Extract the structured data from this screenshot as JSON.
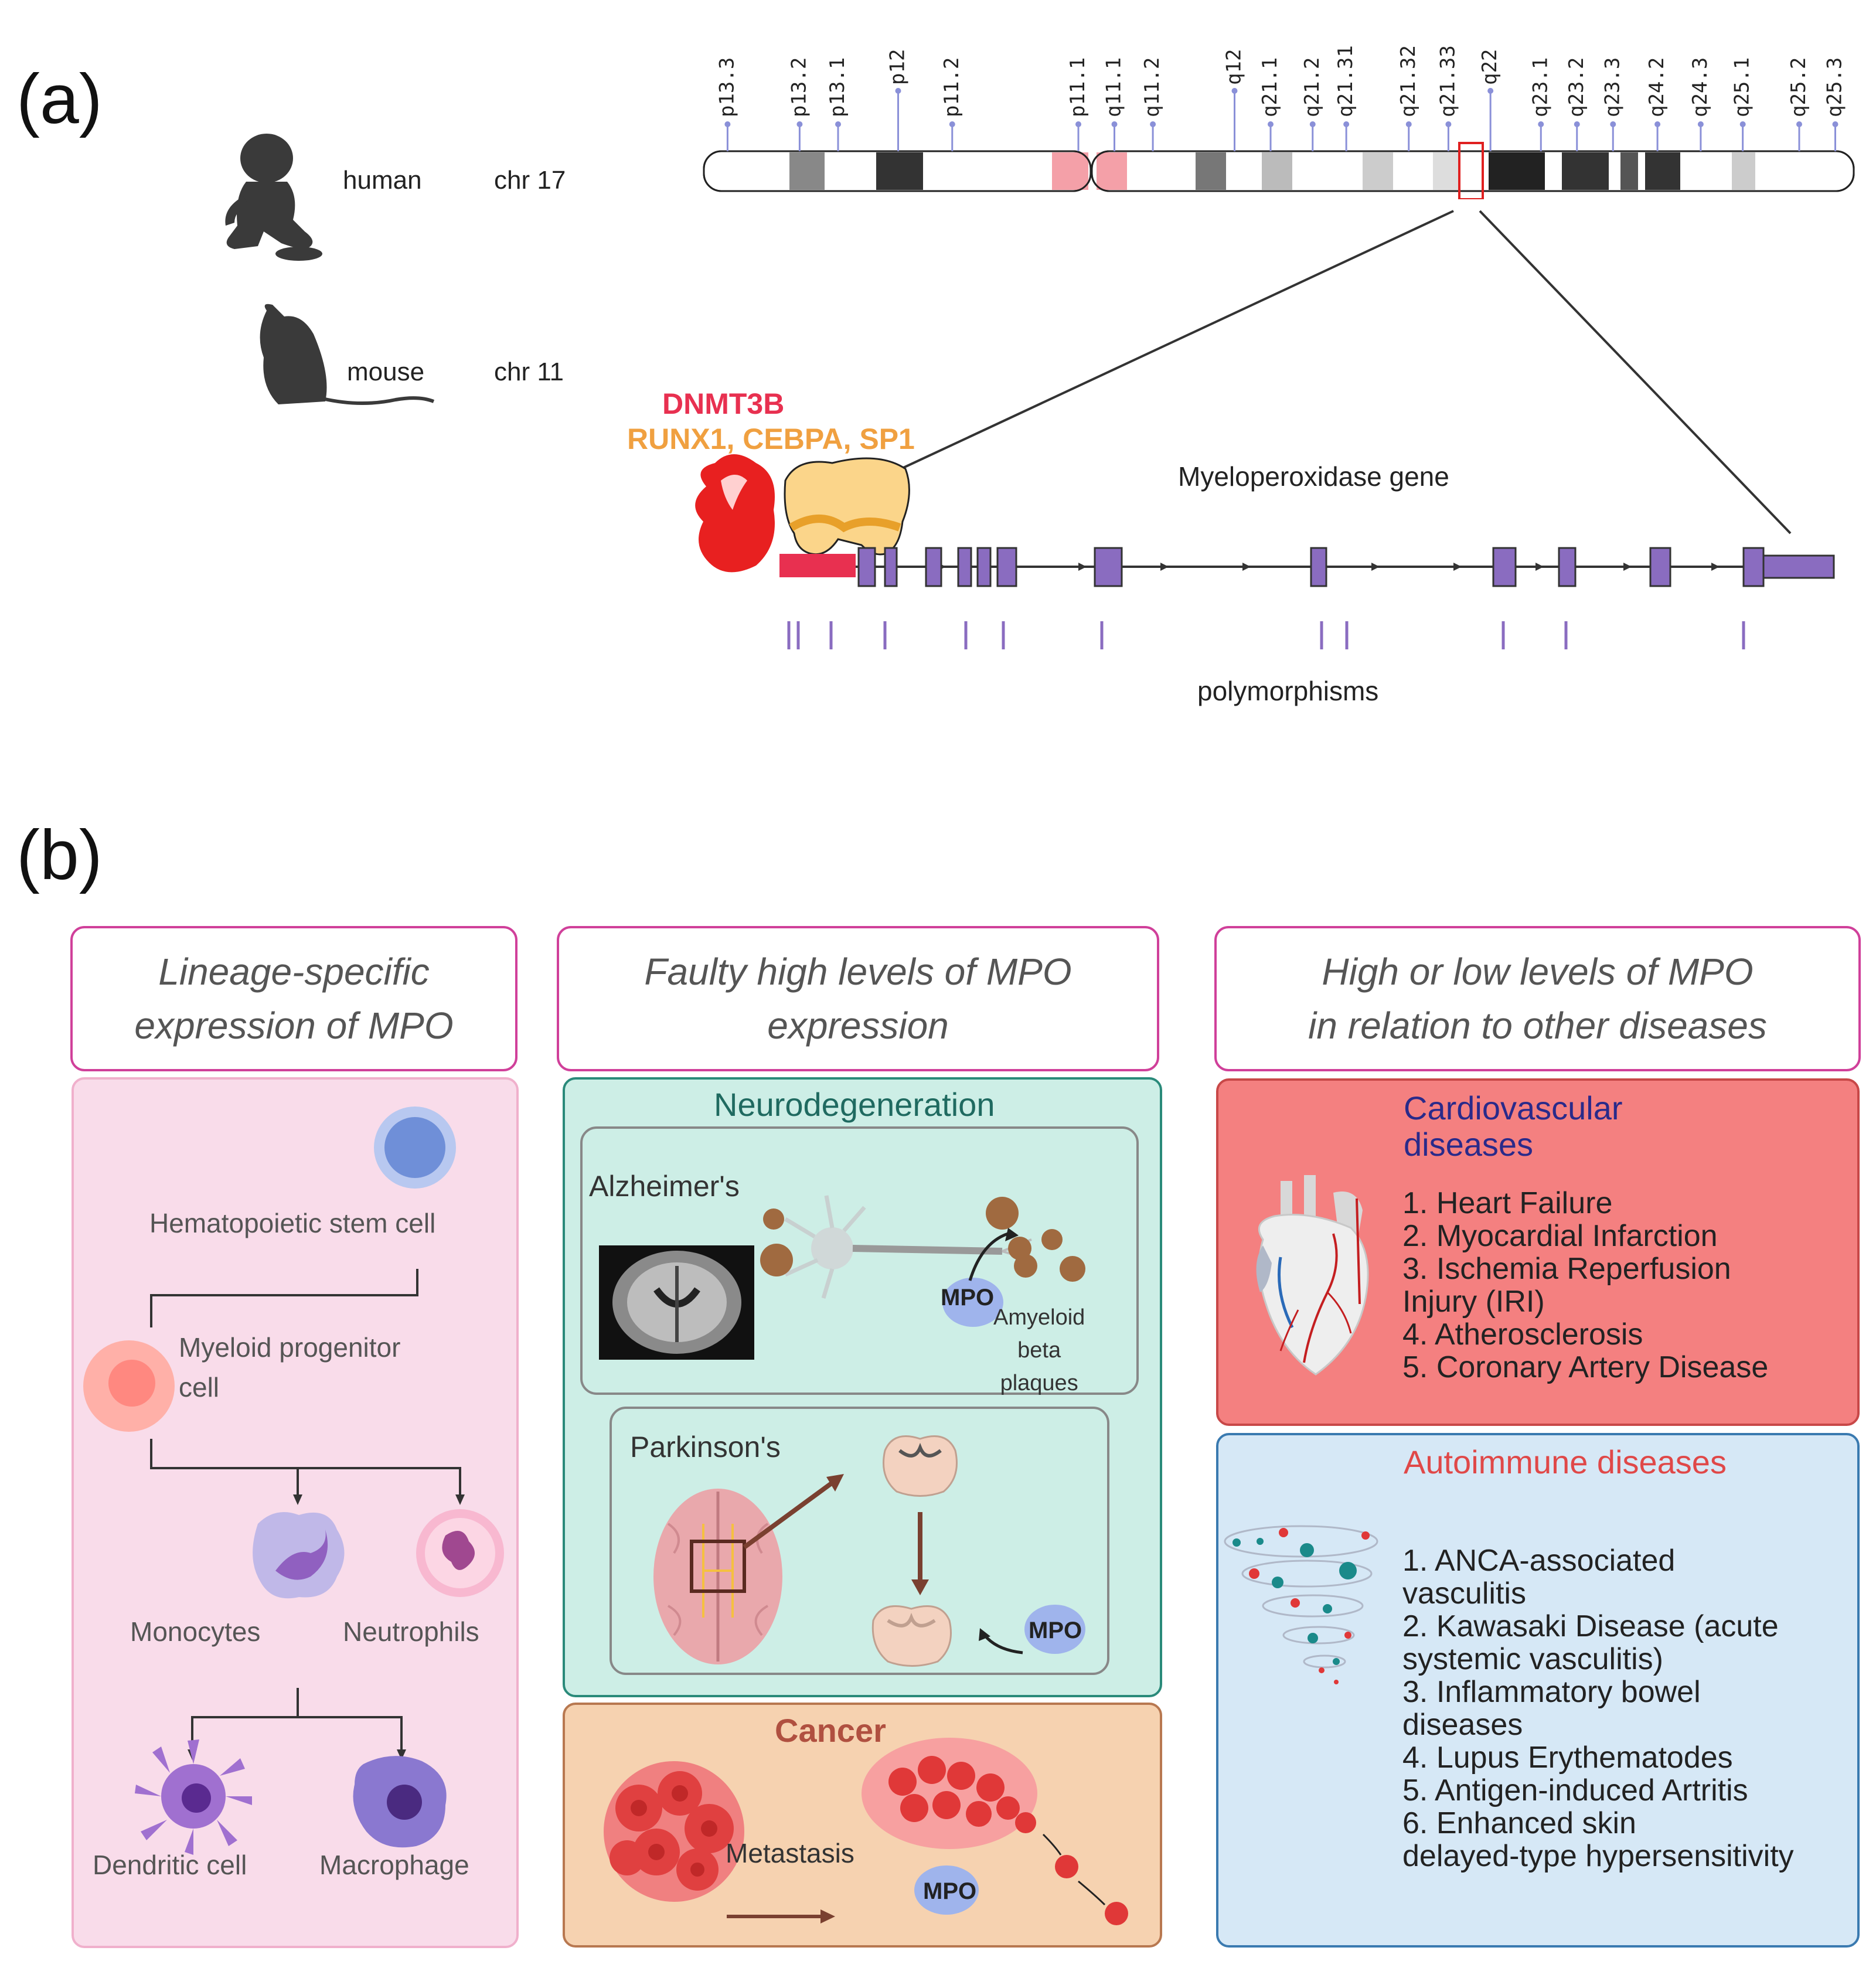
{
  "panel_a": {
    "label": "(a)",
    "species": [
      {
        "name": "human",
        "chromosome": "chr 17"
      },
      {
        "name": "mouse",
        "chromosome": "chr 11"
      }
    ],
    "bands": [
      "p13.3",
      "p13.2",
      "p13.1",
      "p12",
      "p11.2",
      "p11.1",
      "q11.1",
      "q11.2",
      "q12",
      "q21.1",
      "q21.2",
      "q21.31",
      "q21.32",
      "q21.33",
      "q22",
      "q23.1",
      "q23.2",
      "q23.3",
      "q24.2",
      "q24.3",
      "q25.1",
      "q25.2",
      "q25.3"
    ],
    "methylation_label": "DNMT3B",
    "tf_label": "RUNX1, CEBPA, SP1",
    "gene_label": "Myeloperoxidase gene",
    "polymorphisms_label": "polymorphisms"
  },
  "panel_b": {
    "label": "(b)",
    "col1": {
      "header": "Lineage-specific\nexpression of MPO",
      "cells": {
        "hsc": "Hematopoietic stem cell",
        "myeloid": "Myeloid progenitor\ncell",
        "monocytes": "Monocytes",
        "neutrophils": "Neutrophils",
        "dendritic": "Dendritic cell",
        "macrophage": "Macrophage"
      }
    },
    "col2": {
      "header": "Faulty high levels of MPO\nexpression",
      "neuro_title": "Neurodegeneration",
      "alzheimers": "Alzheimer's",
      "mpo": "MPO",
      "amyloid": "Amyeloid\nbeta\nplaques",
      "parkinsons": "Parkinson's",
      "cancer_title": "Cancer",
      "metastasis": "Metastasis"
    },
    "col3": {
      "header": "High or low levels of MPO\nin relation to other diseases",
      "cardio_title": "Cardiovascular\ndiseases",
      "cardio_list": "1. Heart Failure\n2. Myocardial Infarction\n3. Ischemia Reperfusion\nInjury (IRI)\n4. Atherosclerosis\n5. Coronary Artery Disease",
      "auto_title": "Autoimmune diseases",
      "auto_list": "1. ANCA-associated\nvasculitis\n2. Kawasaki Disease (acute\nsystemic vasculitis)\n3. Inflammatory bowel\ndiseases\n4. Lupus Erythematodes\n5. Antigen-induced Artritis\n6. Enhanced skin\ndelayed-type hypersensitivity"
    }
  },
  "colors": {
    "header_border": "#d0409a",
    "col1_bg": "#f9dcea",
    "neuro_bg": "#cdeee6",
    "neuro_border": "#2a8a7a",
    "cancer_bg": "#f6d2b0",
    "cancer_border": "#b87850",
    "cardio_bg": "#f48080",
    "auto_bg": "#d6e8f6",
    "gene_exon": "#8a6cc0",
    "dnmt": "#e83050",
    "tf": "#f0a040"
  }
}
